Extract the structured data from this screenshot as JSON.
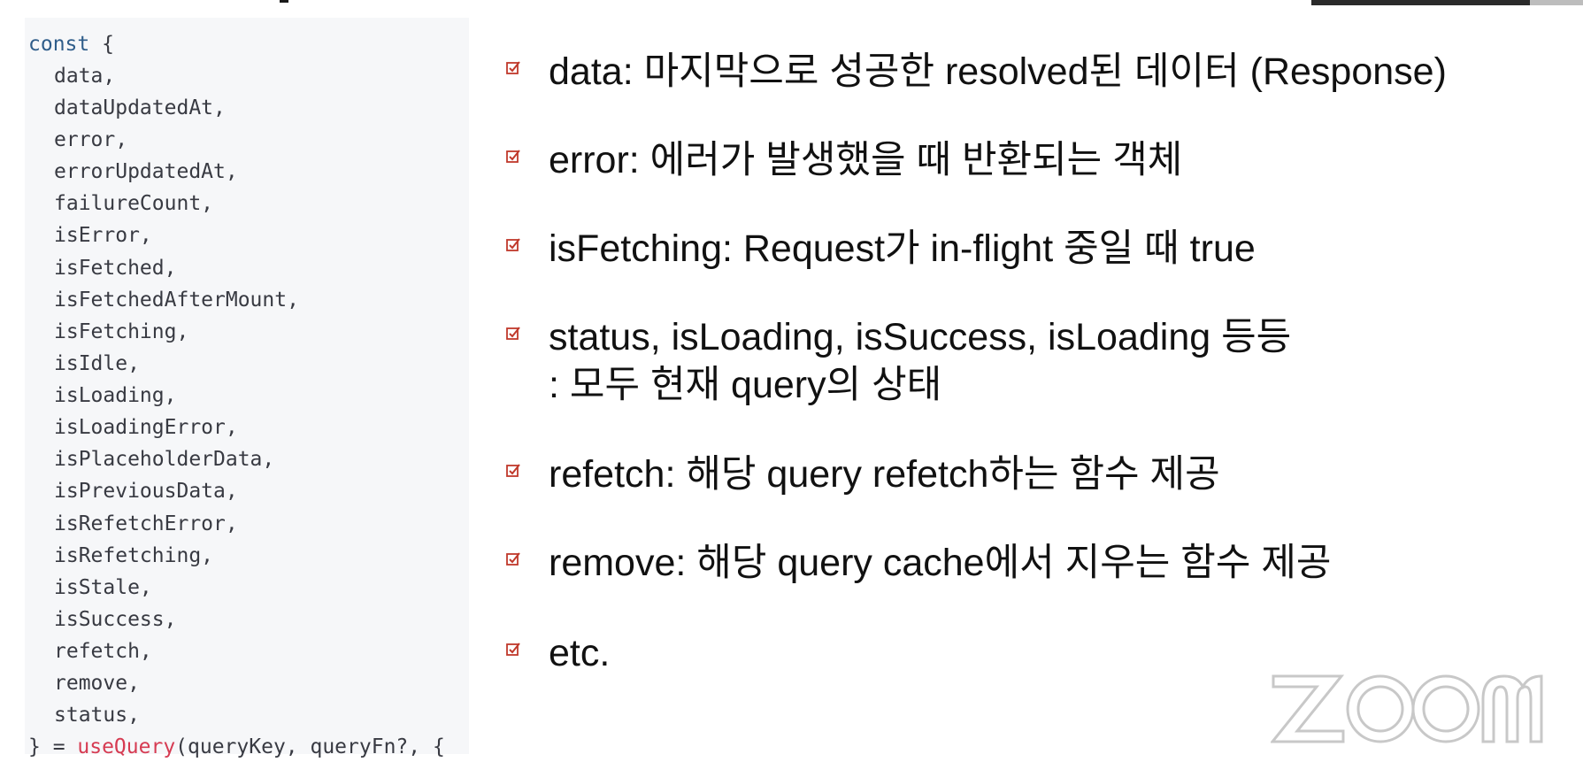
{
  "code": {
    "open_keyword": "const",
    "open_brace": " {",
    "fields": [
      "data,",
      "dataUpdatedAt,",
      "error,",
      "errorUpdatedAt,",
      "failureCount,",
      "isError,",
      "isFetched,",
      "isFetchedAfterMount,",
      "isFetching,",
      "isIdle,",
      "isLoading,",
      "isLoadingError,",
      "isPlaceholderData,",
      "isPreviousData,",
      "isRefetchError,",
      "isRefetching,",
      "isStale,",
      "isSuccess,",
      "refetch,",
      "remove,",
      "status,"
    ],
    "close_prefix": "} = ",
    "close_fn": "useQuery",
    "close_suffix": "(queryKey, queryFn?, {"
  },
  "bullets": [
    {
      "line1": "data: 마지막으로 성공한 resolved된 데이터 (Response)",
      "line2": ""
    },
    {
      "line1": "error: 에러가 발생했을 때 반환되는 객체",
      "line2": ""
    },
    {
      "line1": "isFetching: Request가 in-flight 중일 때 true",
      "line2": ""
    },
    {
      "line1": "status, isLoading, isSuccess, isLoading 등등",
      "line2": ": 모두 현재 query의 상태"
    },
    {
      "line1": "refetch: 해당 query refetch하는 함수 제공",
      "line2": ""
    },
    {
      "line1": "remove: 해당 query cache에서 지우는 함수 제공",
      "line2": ""
    },
    {
      "line1": "etc.",
      "line2": ""
    }
  ],
  "icons": {
    "bullet": "checkbox-checked-icon",
    "watermark": "zoom-logo"
  },
  "colors": {
    "code_background": "#f6f7f9",
    "code_text": "#383a42",
    "code_keyword": "#2f5d8a",
    "code_function": "#d63b52",
    "checkbox": "#c0392b"
  }
}
